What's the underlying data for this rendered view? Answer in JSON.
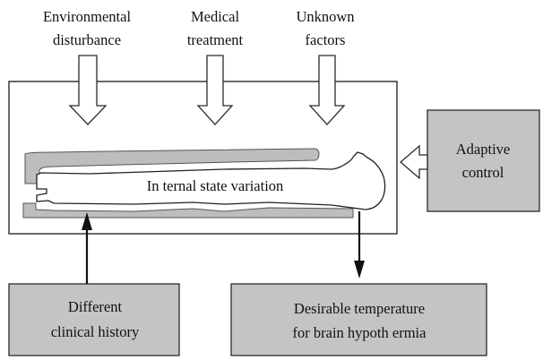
{
  "inputs": {
    "environmental": [
      "Environmental",
      "disturbance"
    ],
    "medical": [
      "Medical",
      "treatment"
    ],
    "unknown": [
      "Unknown",
      "factors"
    ]
  },
  "center_label": "In ternal state variation",
  "adaptive": [
    "Adaptive",
    "control"
  ],
  "history": [
    "Different",
    "clinical history"
  ],
  "output": [
    "Desirable temperature",
    "for brain hypoth ermia"
  ],
  "colors": {
    "shaded_box": "#c4c4c4",
    "bed": "#bdbdbd",
    "line": "#111111"
  }
}
